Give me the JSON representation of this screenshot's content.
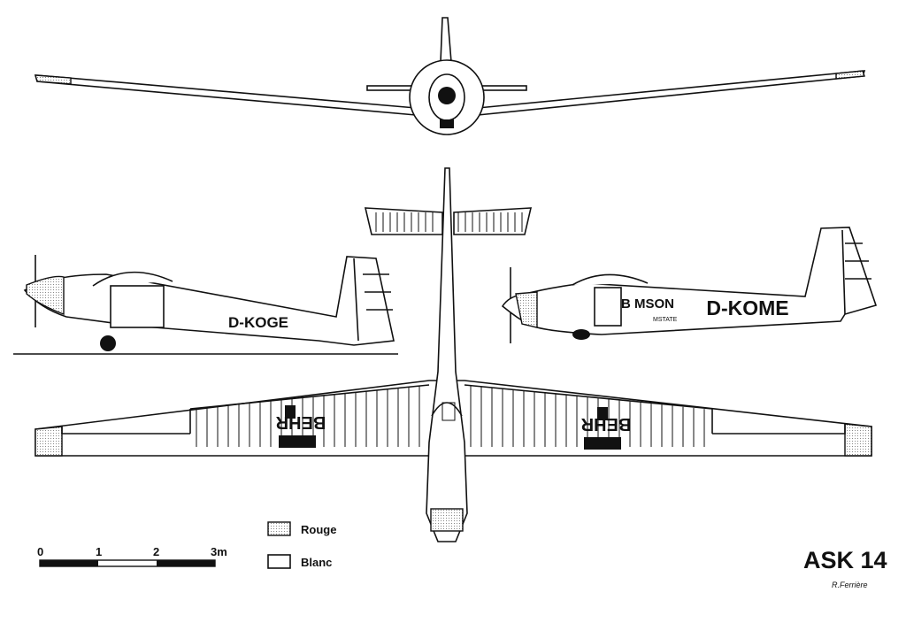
{
  "title": "ASK 14",
  "author": "R.Ferrière",
  "registrations": {
    "left_side": "D-KOGE",
    "right_side": "D-KOME"
  },
  "side_markings": {
    "sponsor_top": "B    MSON",
    "sponsor_bottom": "MSTATE"
  },
  "wing_marking": "BEHR",
  "legend": [
    {
      "label": "Rouge",
      "pattern": "stippled"
    },
    {
      "label": "Blanc",
      "pattern": "white"
    }
  ],
  "scale": {
    "ticks": [
      "0",
      "1",
      "2",
      "3m"
    ]
  },
  "colors": {
    "ink": "#111111",
    "paper": "#ffffff",
    "stipple": "#bbbbbb"
  }
}
